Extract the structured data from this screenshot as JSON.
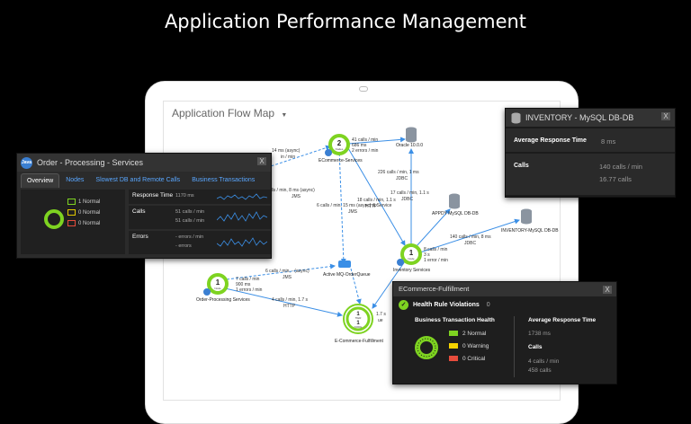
{
  "page_title": "Application Performance Management",
  "flow_map": {
    "title": "Application Flow Map",
    "nodes": {
      "ecommerce": {
        "count": "2",
        "sub": "Nodes",
        "name": "ECommerce-Services",
        "stats": [
          "41 calls / min",
          "686 ms",
          "2 errors / min"
        ]
      },
      "inventory": {
        "count": "1",
        "sub": "Node",
        "name": "Inventory Services",
        "stats": [
          "8 calls / min",
          "3 s",
          "1 error / min"
        ]
      },
      "order": {
        "count": "1",
        "sub": "Node",
        "name": "Order-Processing Services",
        "stats": [
          "7 calls / min",
          "900 ms",
          "1 errors / min"
        ]
      },
      "fulfillment": {
        "count": "1",
        "sub": "TIER",
        "count2": "1",
        "sub2": "NODE",
        "name": "E-Commerce-Fulfillment"
      },
      "queue": {
        "name": "Active MQ-OrderQueue"
      },
      "oracle": {
        "name": "Oracle 10.0.0"
      },
      "appdy_db": {
        "name": "APPDY MySQL DB-DB"
      },
      "inventory_db": {
        "name": "INVENTORY-MySQL DB-DB"
      }
    },
    "edges": {
      "e1": "14 ms (async)",
      "e1b": "in / min",
      "e2": "8 calls / min, 8 ms (async)",
      "e2b": "JMS",
      "e3": "6 calls / min, 15 ms (async) & Service",
      "e3b": "JMS",
      "e4": "226 calls / min, 1 ms",
      "e4b": "JDBC",
      "e5": "17 calls / min, 1.1 s",
      "e5b": "JDBC",
      "e6": "18 calls / min, 1.1 s",
      "e6b": "HTTP",
      "e7": "140 calls / min, 8 ms",
      "e7b": "JDBC",
      "e8": "6 calls / min, - (async)",
      "e8b": "JMS",
      "e9": "4 calls / min, 1.7 s",
      "e9b": "HTTP",
      "e10": "1.7 s",
      "e10b": "ue"
    }
  },
  "order_panel": {
    "badge": "Java",
    "title": "Order - Processing - Services",
    "close": "X",
    "tabs": [
      "Overview",
      "Nodes",
      "Slowest DB and Remote Calls",
      "Business Transactions"
    ],
    "legend": [
      "1 Normal",
      "0 Normal",
      "0 Normal"
    ],
    "metrics": [
      {
        "label": "Response Time",
        "values": [
          "1170 ms"
        ]
      },
      {
        "label": "Calls",
        "values": [
          "51 calls / min",
          "51 calls / min"
        ]
      },
      {
        "label": "Errors",
        "values": [
          "- errors / min",
          "- errors"
        ]
      }
    ]
  },
  "inventory_panel": {
    "title": "INVENTORY - MySQL DB-DB",
    "close": "X",
    "avg_label": "Average Response Time",
    "avg_value": "8 ms",
    "calls_label": "Calls",
    "calls_values": [
      "140 calls / min",
      "16.77 calls"
    ]
  },
  "ecom_panel": {
    "title": "ECommerce-Fulfillment",
    "close": "X",
    "hrv_label": "Health Rule Violations",
    "hrv_count": "0",
    "bth_label": "Business Transaction Health",
    "legend": [
      "2 Normal",
      "0 Warning",
      "0 Critical"
    ],
    "avg_label": "Average Response Time",
    "avg_value": "1738 ms",
    "calls_label": "Calls",
    "calls_values": [
      "4 calls / min",
      "458 calls"
    ]
  },
  "colors": {
    "normal": "#7ed321",
    "warning": "#f5d300",
    "critical": "#e74c3c",
    "link": "#3b8fe6",
    "java_badge": "#3a7fd2"
  },
  "icons": [
    "java-icon",
    "database-icon",
    "queue-icon",
    "close-icon",
    "check-icon",
    "chevron-down-icon"
  ]
}
